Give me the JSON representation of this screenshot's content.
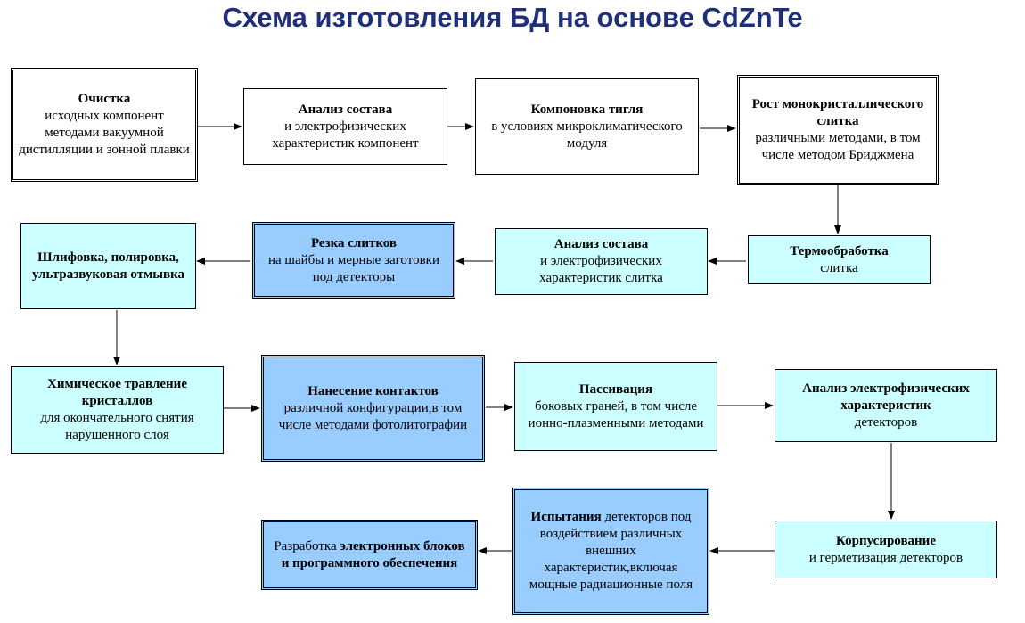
{
  "title": "Схема изготовления БД на основе CdZnTe",
  "colors": {
    "title": "#1f2f7a",
    "cyan_box": "#ccffff",
    "blue_box": "#99ccff",
    "white_box": "#ffffff"
  },
  "boxes": {
    "cleaning": {
      "head": "Очистка",
      "body": "исходных компонент методами вакуумной дистилляции и зонной плавки"
    },
    "composition1": {
      "head": "Анализ состава",
      "body": "и электрофизических характеристик компонент"
    },
    "crucible": {
      "head": "Компоновка тигля",
      "body": "в условиях микроклиматического модуля"
    },
    "growth": {
      "head": "Рост монокристаллического слитка",
      "body": "различными методами, в том числе методом Бриджмена"
    },
    "thermal": {
      "head": "Термообработка",
      "body": "слитка"
    },
    "composition2": {
      "head": "Анализ состава",
      "body": "и электрофизических характеристик слитка"
    },
    "cutting": {
      "head": "Резка слитков",
      "body": "на шайбы и мерные заготовки под детекторы"
    },
    "grinding": {
      "head": "Шлифовка, полировка, ультразвуковая отмывка"
    },
    "etching": {
      "head": "Химическое травление кристаллов",
      "body": "для окончательного снятия нарушенного слоя"
    },
    "contacts": {
      "head": "Нанесение контактов",
      "body": "различной конфигурации,в том числе методами фотолитографии"
    },
    "passivation": {
      "head": "Пассивация",
      "body": "боковых граней, в том числе ионно-плазменными методами"
    },
    "detector_analysis": {
      "head": "Анализ электрофизических характеристик",
      "body": "детекторов"
    },
    "packaging": {
      "head": "Корпусирование",
      "body": "и герметизация детекторов"
    },
    "testing": {
      "head": "Испытания",
      "body": " детекторов под воздействием различных внешних характеристик,включая мощные радиационные поля"
    },
    "electronics": {
      "head_plain": "Разработка ",
      "head": "электронных блоков и программного обеспечения"
    }
  }
}
